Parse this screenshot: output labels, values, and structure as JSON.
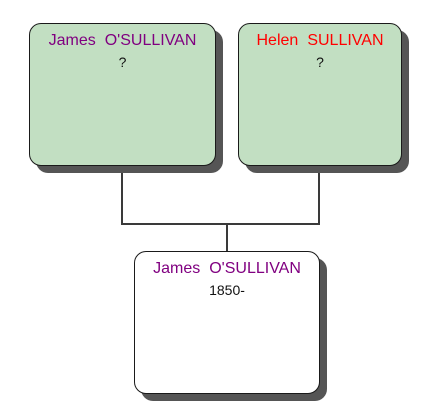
{
  "colors": {
    "male": "#800080",
    "female": "#ff0000",
    "parent_fill": "#c2dfc2",
    "child_fill": "#ffffff"
  },
  "father": {
    "given": "James",
    "surname": "O'SULLIVAN",
    "dates": "?"
  },
  "mother": {
    "given": "Helen",
    "surname": "SULLIVAN",
    "dates": "?"
  },
  "child": {
    "given": "James",
    "surname": "O'SULLIVAN",
    "dates": "1850-"
  }
}
